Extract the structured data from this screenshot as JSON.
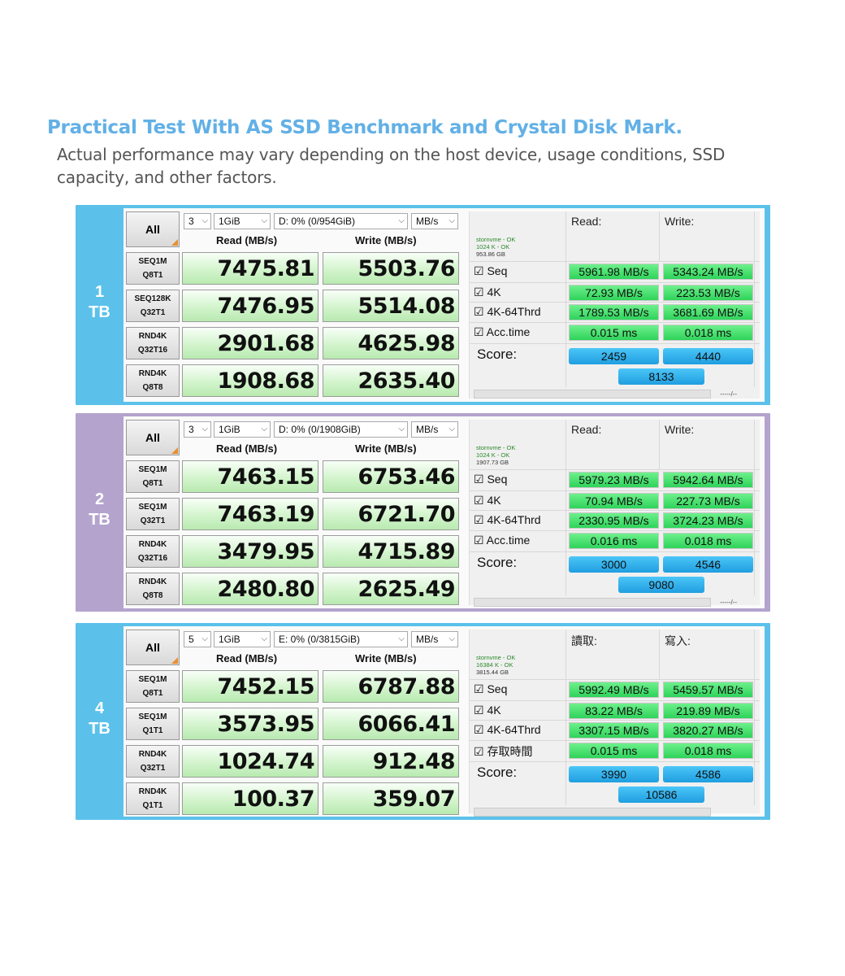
{
  "header": {
    "title": "Practical Test With AS SSD Benchmark and Crystal Disk Mark.",
    "subtitle": "Actual performance may vary depending on the host device, usage conditions, SSD capacity, and other factors."
  },
  "colors": {
    "panel_blue": "#5bc1ea",
    "panel_purple": "#b3a3cd",
    "title": "#62b0e6",
    "read_green": "#2ed35a",
    "score_blue": "#1f9ee0"
  },
  "panels": [
    {
      "capacity_num": "1",
      "capacity_unit": "TB",
      "cdm": {
        "all_label": "All",
        "count": "3",
        "size": "1GiB",
        "drive": "D: 0% (0/954GiB)",
        "unit": "MB/s",
        "read_header": "Read (MB/s)",
        "write_header": "Write (MB/s)",
        "rows": [
          {
            "l1": "SEQ1M",
            "l2": "Q8T1",
            "read": "7475.81",
            "write": "5503.76"
          },
          {
            "l1": "SEQ128K",
            "l2": "Q32T1",
            "read": "7476.95",
            "write": "5514.08"
          },
          {
            "l1": "RND4K",
            "l2": "Q32T16",
            "read": "2901.68",
            "write": "4625.98"
          },
          {
            "l1": "RND4K",
            "l2": "Q8T8",
            "read": "1908.68",
            "write": "2635.40"
          }
        ]
      },
      "asssd": {
        "info": [
          "stornvme - OK",
          "1024 K - OK",
          "953.86 GB"
        ],
        "read_head": "Read:",
        "write_head": "Write:",
        "tests": [
          {
            "label": "☑ Seq",
            "read": "5961.98 MB/s",
            "write": "5343.24 MB/s"
          },
          {
            "label": "☑ 4K",
            "read": "72.93 MB/s",
            "write": "223.53 MB/s"
          },
          {
            "label": "☑ 4K-64Thrd",
            "read": "1789.53 MB/s",
            "write": "3681.69 MB/s"
          },
          {
            "label": "☑ Acc.time",
            "read": "0.015 ms",
            "write": "0.018 ms"
          }
        ],
        "score_label": "Score:",
        "score_read": "2459",
        "score_write": "4440",
        "total": "8133",
        "status": "-----/--"
      }
    },
    {
      "capacity_num": "2",
      "capacity_unit": "TB",
      "cdm": {
        "all_label": "All",
        "count": "3",
        "size": "1GiB",
        "drive": "D: 0% (0/1908GiB)",
        "unit": "MB/s",
        "read_header": "Read (MB/s)",
        "write_header": "Write (MB/s)",
        "rows": [
          {
            "l1": "SEQ1M",
            "l2": "Q8T1",
            "read": "7463.15",
            "write": "6753.46"
          },
          {
            "l1": "SEQ1M",
            "l2": "Q32T1",
            "read": "7463.19",
            "write": "6721.70"
          },
          {
            "l1": "RND4K",
            "l2": "Q32T16",
            "read": "3479.95",
            "write": "4715.89"
          },
          {
            "l1": "RND4K",
            "l2": "Q8T8",
            "read": "2480.80",
            "write": "2625.49"
          }
        ]
      },
      "asssd": {
        "info": [
          "stornvme - OK",
          "1024 K - OK",
          "1907.73 GB"
        ],
        "read_head": "Read:",
        "write_head": "Write:",
        "tests": [
          {
            "label": "☑ Seq",
            "read": "5979.23 MB/s",
            "write": "5942.64 MB/s"
          },
          {
            "label": "☑ 4K",
            "read": "70.94 MB/s",
            "write": "227.73 MB/s"
          },
          {
            "label": "☑ 4K-64Thrd",
            "read": "2330.95 MB/s",
            "write": "3724.23 MB/s"
          },
          {
            "label": "☑ Acc.time",
            "read": "0.016 ms",
            "write": "0.018 ms"
          }
        ],
        "score_label": "Score:",
        "score_read": "3000",
        "score_write": "4546",
        "total": "9080",
        "status": "-----/--"
      }
    },
    {
      "capacity_num": "4",
      "capacity_unit": "TB",
      "cdm": {
        "all_label": "All",
        "count": "5",
        "size": "1GiB",
        "drive": "E: 0% (0/3815GiB)",
        "unit": "MB/s",
        "read_header": "Read (MB/s)",
        "write_header": "Write (MB/s)",
        "rows": [
          {
            "l1": "SEQ1M",
            "l2": "Q8T1",
            "read": "7452.15",
            "write": "6787.88"
          },
          {
            "l1": "SEQ1M",
            "l2": "Q1T1",
            "read": "3573.95",
            "write": "6066.41"
          },
          {
            "l1": "RND4K",
            "l2": "Q32T1",
            "read": "1024.74",
            "write": "912.48"
          },
          {
            "l1": "RND4K",
            "l2": "Q1T1",
            "read": "100.37",
            "write": "359.07"
          }
        ]
      },
      "asssd": {
        "info": [
          "stornvme - OK",
          "16384 K - OK",
          "3815.44 GB"
        ],
        "read_head": "讀取:",
        "write_head": "寫入:",
        "tests": [
          {
            "label": "☑ Seq",
            "read": "5992.49 MB/s",
            "write": "5459.57 MB/s"
          },
          {
            "label": "☑ 4K",
            "read": "83.22 MB/s",
            "write": "219.89 MB/s"
          },
          {
            "label": "☑ 4K-64Thrd",
            "read": "3307.15 MB/s",
            "write": "3820.27 MB/s"
          },
          {
            "label": "☑ 存取時間",
            "read": "0.015 ms",
            "write": "0.018 ms"
          }
        ],
        "score_label": "Score:",
        "score_read": "3990",
        "score_write": "4586",
        "total": "10586",
        "status": ""
      }
    }
  ]
}
